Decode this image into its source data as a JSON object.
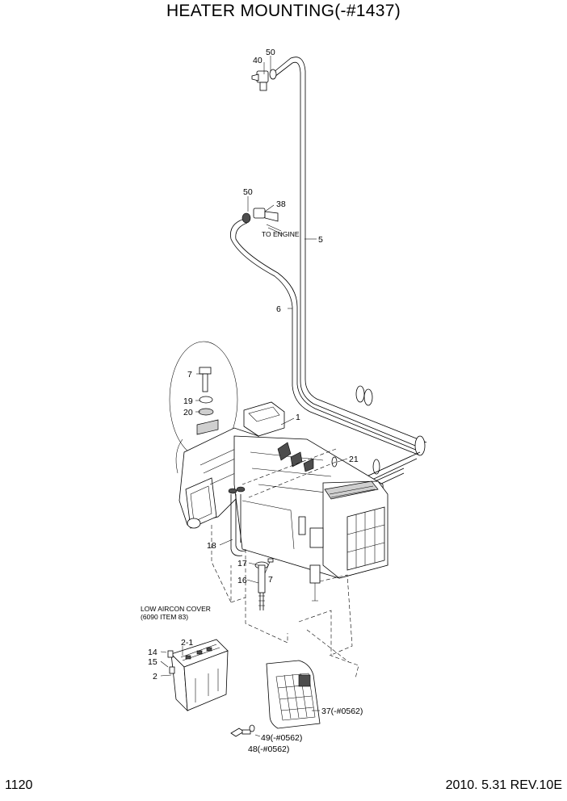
{
  "header": {
    "title": "HEATER MOUNTING(-#1437)"
  },
  "footer": {
    "page": "1120",
    "revision": "2010. 5.31  REV.10E"
  },
  "callouts": {
    "c50a": "50",
    "c40": "40",
    "c50b": "50",
    "c38": "38",
    "c5": "5",
    "c6": "6",
    "c7a": "7",
    "c19": "19",
    "c20": "20",
    "c1": "1",
    "c21": "21",
    "c18": "18",
    "c17": "17",
    "c7b": "7",
    "c16": "16",
    "c2_1": "2-1",
    "c14": "14",
    "c15": "15",
    "c2": "2",
    "c37": "37(-#0562)",
    "c49": "49(-#0562)",
    "c48": "48(-#0562)"
  },
  "notes": {
    "to_engine": "TO ENGINE",
    "low_cover_line1": "LOW AIRCON COVER",
    "low_cover_line2": "(6090 ITEM 83)"
  }
}
